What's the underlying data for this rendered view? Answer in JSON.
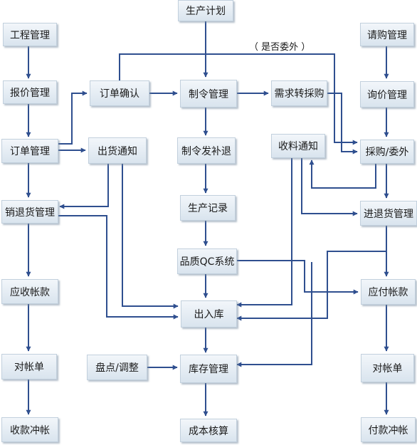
{
  "nodes": {
    "production_plan": "生产计划",
    "engineering": "工程管理",
    "quotation": "报价管理",
    "order_mgmt": "订单管理",
    "sales_return": "销退货管理",
    "receivable": "应收帐款",
    "reconcile_left": "对帐单",
    "collection": "收款冲帐",
    "order_confirm": "订单确认",
    "shipping_notice": "出货通知",
    "manufacturing_order": "制令管理",
    "mfg_issue": "制令发补退",
    "production_record": "生产记录",
    "qc_system": "品质QC系统",
    "warehouse_io": "出入库",
    "inventory": "库存管理",
    "cost_accounting": "成本核算",
    "stocktake": "盘点/调整",
    "demand_to_purchase": "需求转採购",
    "receiving_notice": "收料通知",
    "purchase_request": "请购管理",
    "inquiry": "询价管理",
    "purchase_outsource": "採购/委外",
    "purchase_return": "进退货管理",
    "payable": "应付帐款",
    "reconcile_right": "对帐单",
    "payment": "付款冲帐"
  },
  "annotation": "（ 是否委外 ）"
}
